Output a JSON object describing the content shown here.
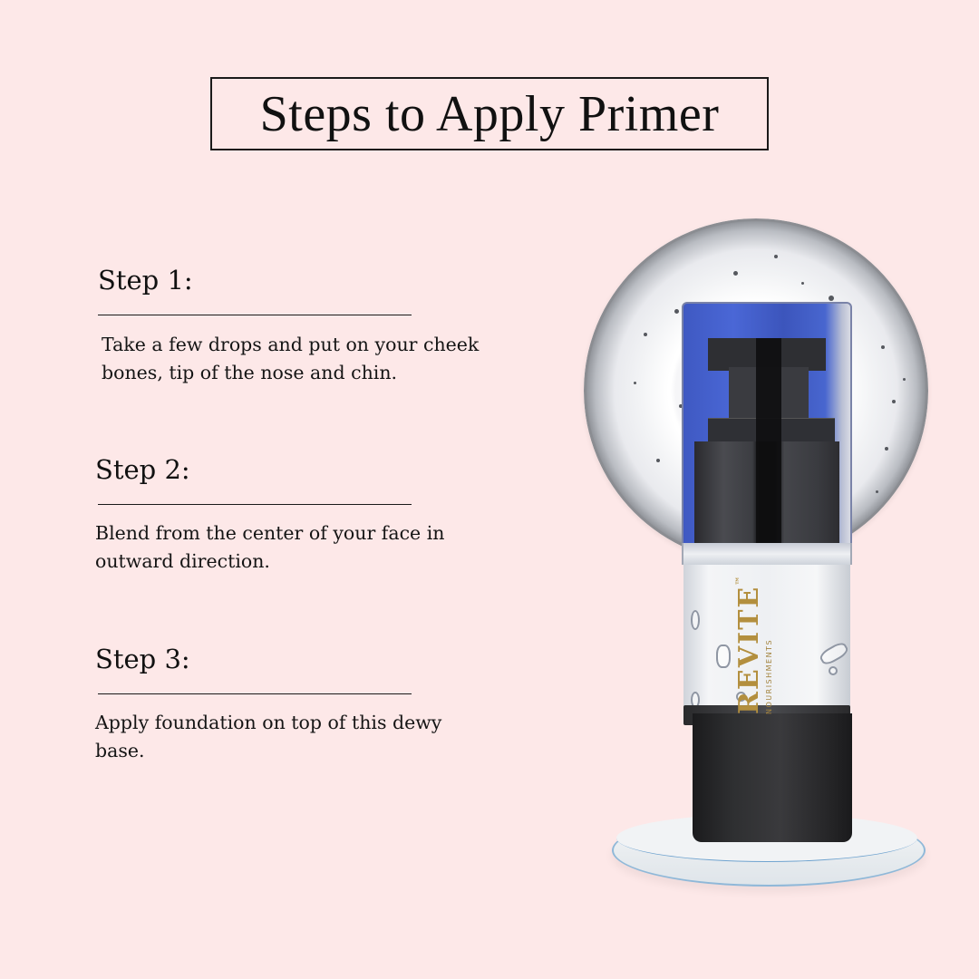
{
  "title": "Steps to Apply Primer",
  "steps": [
    {
      "heading": "Step 1:",
      "body": "Take a few drops and put  on your cheek\nbones, tip of the nose and chin."
    },
    {
      "heading": "Step 2:",
      "body": "Blend from the center of your face in\noutward direction."
    },
    {
      "heading": "Step 3:",
      "body": "Apply foundation on top of this dewy\nbase."
    }
  ],
  "product": {
    "brand_name": "REVITE",
    "brand_trademark": "™",
    "brand_tagline": "NOURISHMENTS",
    "image_description": "Primer pump bottle with blue transparent cap, clear gel body and black base, standing on a clear round pedestal in front of a clear gel swatch circle"
  },
  "colors": {
    "background": "#fde8e8",
    "text": "#111111",
    "cap_blue": "#4a67d6",
    "brand_gold": "#b38f3e",
    "pedestal_edge": "#8fb8d8"
  }
}
